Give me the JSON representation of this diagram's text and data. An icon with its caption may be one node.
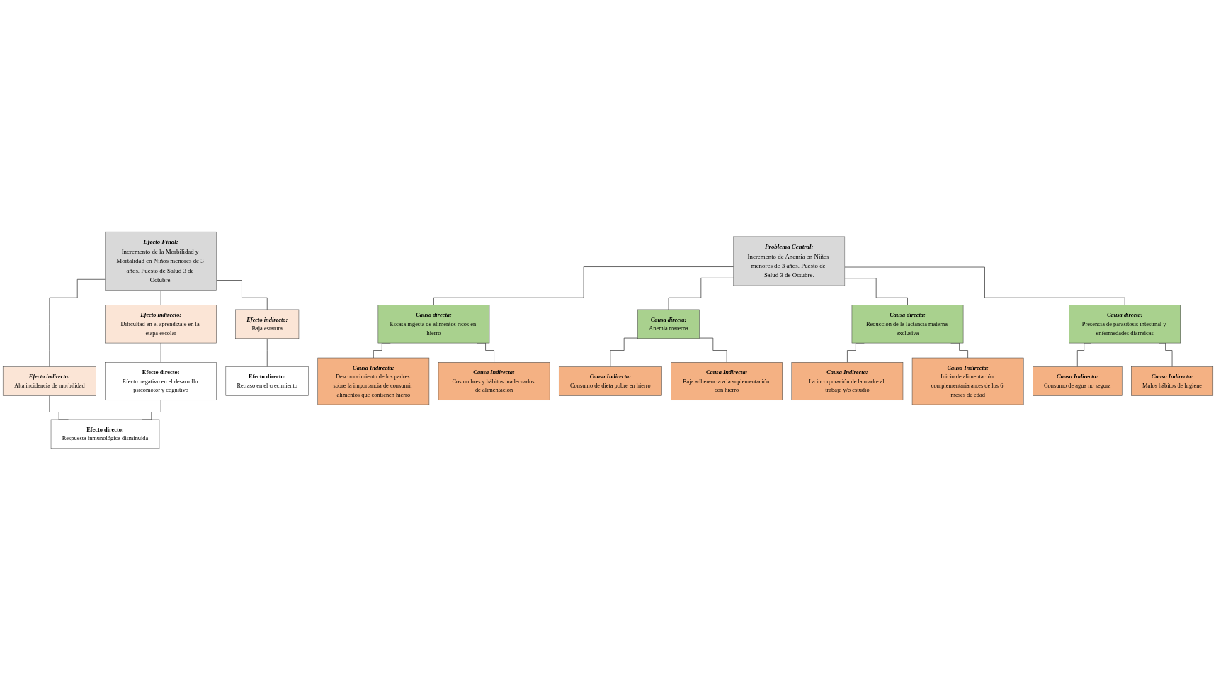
{
  "diagram": {
    "nodes": [
      {
        "text": [
          "Efecto Final:",
          "Incremento de la Morbilidad y Mortalidad en Niños menores de 3 años. Puesto de Salud 3 de Octubre."
        ]
      },
      {
        "text": [
          "Efecto indirecto:",
          "Dificultad en el aprendizaje en la etapa escolar"
        ]
      },
      {
        "text": [
          "Efecto indirecto:",
          "Baja estatura"
        ]
      },
      {
        "text": [
          "Efecto indirecto:",
          "Alta incidencia de morbilidad"
        ]
      },
      {
        "text": [
          "Efecto directo:",
          "Efecto negativo en el desarrollo psicomotor y cognitivo"
        ]
      },
      {
        "text": [
          "Efecto directo:",
          "Retraso en el crecimiento"
        ]
      },
      {
        "text": [
          "Efecto directo:",
          "Respuesta inmunológica disminuida"
        ]
      },
      {
        "text": [
          "Problema Central:",
          "Incremento de Anemia en Niños menores de 3 años. Puesto de Salud 3 de Octubre."
        ]
      },
      {
        "text": [
          "Causa directa:",
          "Escasa ingesta de alimentos ricos en hierro"
        ]
      },
      {
        "text": [
          "Causa directa:",
          "Anemia materna"
        ]
      },
      {
        "text": [
          "Causa directa:",
          "Reducción de la lactancia materna exclusiva"
        ]
      },
      {
        "text": [
          "Causa directa:",
          "Presencia de parasitosis intestinal y enfermedades diarreicas"
        ]
      },
      {
        "text": [
          "Causa Indirecta:",
          "Desconocimiento de los padres sobre la importancia de consumir alimentos que contienen hierro"
        ]
      },
      {
        "text": [
          "Causa Indirecta:",
          "Costumbres y hábitos inadecuados de alimentación"
        ]
      },
      {
        "text": [
          "Causa Indirecta:",
          "Consumo de dieta pobre en hierro"
        ]
      },
      {
        "text": [
          "Causa Indirecta:",
          "Baja adherencia a la suplementación con hierro"
        ]
      },
      {
        "text": [
          "Causa Indirecta:",
          "La incorporación de la madre al trabajo y/o estudio"
        ]
      },
      {
        "text": [
          "Causa Indirecta:",
          "Inicio de alimentación complementaria antes de los 6 meses de edad"
        ]
      },
      {
        "text": [
          "Causa Indirecta:",
          "Consumo de agua no segura"
        ]
      },
      {
        "text": [
          "Causa Indirecta:",
          "Malos hábitos de higiene"
        ]
      }
    ],
    "edges": [
      {
        "from": 0,
        "to": 1,
        "arrow": "none"
      },
      {
        "from": 0,
        "to": 2,
        "arrow": "none"
      },
      {
        "from": 0,
        "to": 3,
        "arrow": "none"
      },
      {
        "from": 1,
        "to": 4,
        "arrow": "none"
      },
      {
        "from": 2,
        "to": 5,
        "arrow": "none"
      },
      {
        "from": 3,
        "to": 6,
        "arrow": "none"
      },
      {
        "from": 4,
        "to": 6,
        "arrow": "none"
      },
      {
        "from": 7,
        "to": 8,
        "arrow": "none"
      },
      {
        "from": 7,
        "to": 9,
        "arrow": "none"
      },
      {
        "from": 7,
        "to": 10,
        "arrow": "none"
      },
      {
        "from": 7,
        "to": 11,
        "arrow": "none"
      },
      {
        "from": 8,
        "to": 12,
        "arrow": "none"
      },
      {
        "from": 8,
        "to": 13,
        "arrow": "none"
      },
      {
        "from": 9,
        "to": 14,
        "arrow": "none"
      },
      {
        "from": 9,
        "to": 15,
        "arrow": "none"
      },
      {
        "from": 10,
        "to": 16,
        "arrow": "none"
      },
      {
        "from": 10,
        "to": 17,
        "arrow": "none"
      },
      {
        "from": 11,
        "to": 18,
        "arrow": "none"
      },
      {
        "from": 11,
        "to": 19,
        "arrow": "none"
      }
    ]
  }
}
